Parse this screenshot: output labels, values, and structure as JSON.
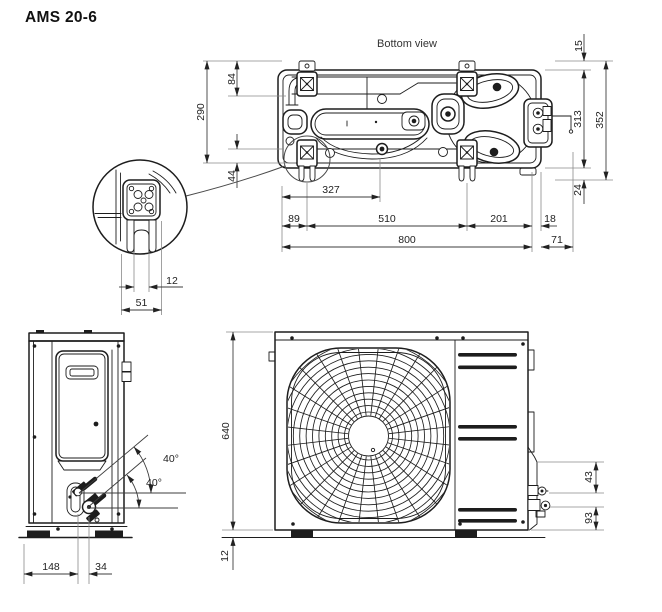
{
  "title": "AMS 20-6",
  "colors": {
    "drawing_line": "#1d1d1d",
    "dimension_line": "#3d3d3d",
    "dimension_text": "#222222",
    "background": "#ffffff"
  },
  "bottom_view": {
    "label": "Bottom view",
    "dims": {
      "top_margin": "15",
      "foot_inset_top": "84",
      "feet_pitch_depth": "290",
      "foot_overhang": "44",
      "feet_outer_depth": "313",
      "overall_depth": "352",
      "bottom_margin": "24",
      "drain_offset": "327",
      "foot_left_offset": "89",
      "feet_pitch_width": "510",
      "foot_right_offset": "201",
      "edge_gap": "18",
      "overall_width": "800",
      "side_protrusion": "71"
    }
  },
  "foot_detail": {
    "dims": {
      "slot_width": "12",
      "foot_width": "51"
    }
  },
  "side_view": {
    "dims": {
      "upper_pipe_angle": "40°",
      "lower_pipe_angle": "40°",
      "pipe_offset": "148",
      "pipe_spacing": "34"
    }
  },
  "front_view": {
    "dims": {
      "height": "640",
      "foot_height": "12",
      "valve_gap": "43",
      "valve_bottom_offset": "93"
    }
  }
}
